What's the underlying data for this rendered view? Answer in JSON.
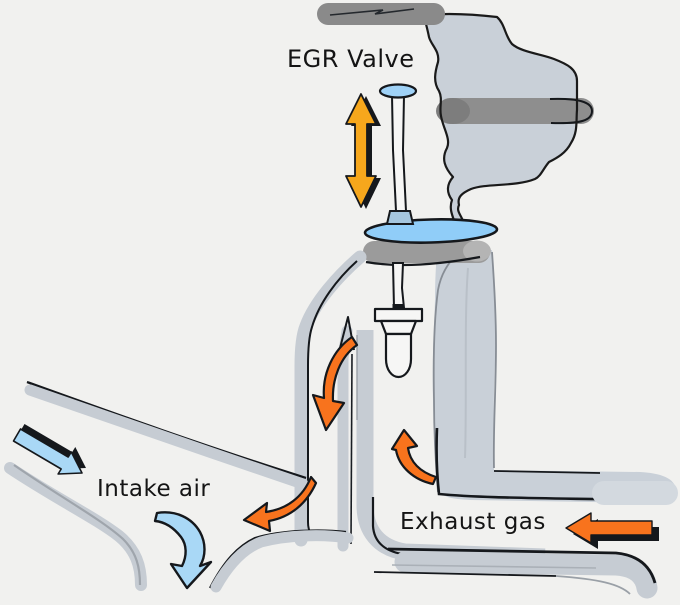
{
  "diagram": {
    "subject": "EGR Valve",
    "labels": {
      "egr_valve": "EGR Valve",
      "intake_air": "Intake air",
      "exhaust_gas": "Exhaust gas"
    },
    "colors": {
      "background": "#f1f1ef",
      "metal_fill": "#c9d0d8",
      "metal_light": "#d3d9df",
      "bar_gray": "#8b8b8b",
      "bar_gray_dark": "#7d7d7d",
      "disk_gray": "#9b9b9b",
      "disk_gray_light": "#b4b4b4",
      "pipe_stroke": "#c6ccd3",
      "pipe_inner": "#9fa5ac",
      "diaphragm_blue": "#90cdf8",
      "pintle_cap_blue": "#9fd2f7",
      "collar_blue": "#a5c6de",
      "intake_blue": "#a9d8f6",
      "exhaust_orange": "#f8731d",
      "actuation_yellow": "#f6a71c",
      "ink": "#15181c",
      "white_part": "#f6f6f5"
    },
    "arrows": [
      {
        "name": "valve-actuation-arrow",
        "direction": "up-down",
        "color_ref": "actuation_yellow"
      },
      {
        "name": "egr-flow-down-arrow",
        "direction": "down",
        "color_ref": "exhaust_orange"
      },
      {
        "name": "egr-flow-up-arrow",
        "direction": "up",
        "color_ref": "exhaust_orange"
      },
      {
        "name": "egr-merge-arrow",
        "direction": "left",
        "color_ref": "exhaust_orange"
      },
      {
        "name": "exhaust-gas-arrow",
        "direction": "left",
        "color_ref": "exhaust_orange"
      },
      {
        "name": "intake-air-arrow",
        "direction": "down-right",
        "color_ref": "intake_blue"
      },
      {
        "name": "intake-flow-down-arrow",
        "direction": "down",
        "color_ref": "intake_blue"
      }
    ]
  }
}
